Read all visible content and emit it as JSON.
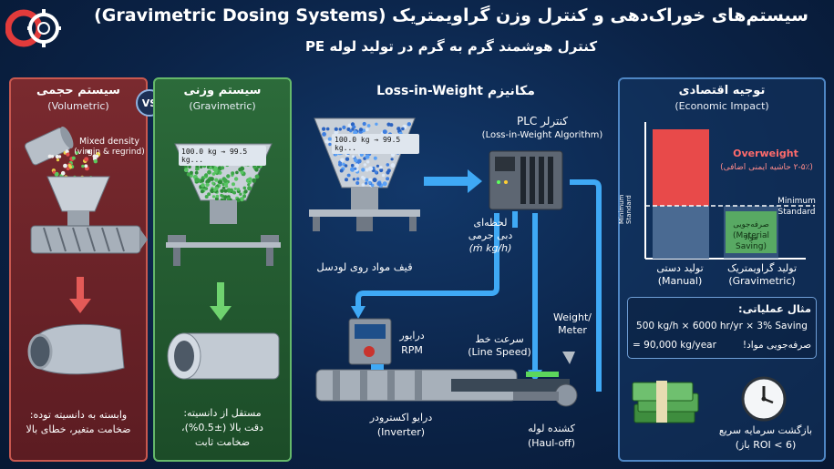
{
  "header": {
    "title": "سیستم‌های خوراک‌دهی و کنترل وزن گراویمتریک (Gravimetric Dosing Systems)",
    "subtitle": "کنترل هوشمند گرم به گرم در تولید لوله PE"
  },
  "volumetric": {
    "title": "سیستم حجمی",
    "subtitle": "(Volumetric)",
    "density_label": "Mixed density",
    "density_sub": "(virgin & regrind)",
    "footer_line1": "وابسته به دانسیته توده:",
    "footer_line2": "ضخامت متغیر، خطای بالا"
  },
  "vs_label": "VS",
  "gravimetric": {
    "title": "سیستم وزنی",
    "subtitle": "(Gravimetric)",
    "scale_readout": "100.0 kg → 99.5 kg...",
    "footer_line1": "مستقل از دانسیته:",
    "footer_line2": "دقت بالا (±0.5%)،",
    "footer_line3": "ضخامت ثابت"
  },
  "liw": {
    "title": "مکانیزم Loss-in-Weight",
    "hopper_readout": "100.0 kg → 99.5 kg...",
    "hopper_label": "قیف مواد روی لودسل",
    "plc_title": "کنترلر PLC",
    "plc_sub": "(Loss-in-Weight Algorithm)",
    "mass_rate_line1": "لحظه‌ای",
    "mass_rate_line2": "دبی جرمی",
    "mass_rate_line3": "(ṁ kg/h)",
    "inverter_label_line1": "درایور",
    "inverter_label_line2": "RPM",
    "line_speed_line1": "سرعت خط",
    "line_speed_line2": "(Line Speed)",
    "weight_meter_line1": "Weight/",
    "weight_meter_line2": "Meter",
    "extruder_line1": "درایو اکسترودر",
    "extruder_line2": "(Inverter)",
    "haul_line1": "کشنده لوله",
    "haul_line2": "(Haul-off)"
  },
  "economic": {
    "title": "توجیه اقتصادی",
    "subtitle": "(Economic Impact)",
    "y_axis_label": "Minimum Standard",
    "overweight_label": "Overweight",
    "overweight_sub": "(۲-۵٪ حاشیه ایمنی اضافی)",
    "min_std_line1": "Minimum",
    "min_std_line2": "Standard",
    "saving_line1": "صرفه‌جویی مواد",
    "saving_line2": "(Material",
    "saving_line3": "Saving)",
    "bar_manual_line1": "تولید دستی",
    "bar_manual_line2": "(Manual)",
    "bar_grav_line1": "تولید گراویمتریک",
    "bar_grav_line2": "(Gravimetric)",
    "example_title": "مثال عملیاتی:",
    "example_line1": "500 kg/h × 6000 hr/yr × 3% Saving",
    "example_line2": "= 90,000 kg/year",
    "example_line2b": "صرفه‌جویی مواد!",
    "roi_line1": "بازگشت سرمایه سریع",
    "roi_line2": "(ROI < 6 باز)",
    "colors": {
      "overweight": "#e84a4a",
      "saving": "#5fb85f",
      "base": "#4a6a92"
    }
  },
  "colors": {
    "arrow_blue": "#3fa9f5",
    "red_panel": "#7a2a2f",
    "green_panel": "#2c6b3a"
  },
  "icons": [
    "logo-gears-icon",
    "clock-icon",
    "money-stack-icon"
  ]
}
